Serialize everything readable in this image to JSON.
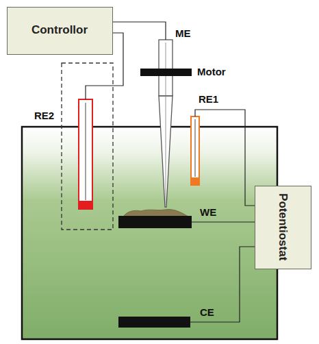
{
  "diagram": {
    "nodes": [
      {
        "text": [
          "Controllor"
        ]
      },
      {
        "text": [
          "Potentiostat"
        ]
      }
    ],
    "labels": [
      "ME",
      "Motor",
      "RE2",
      "RE1",
      "WE",
      "CE"
    ]
  }
}
